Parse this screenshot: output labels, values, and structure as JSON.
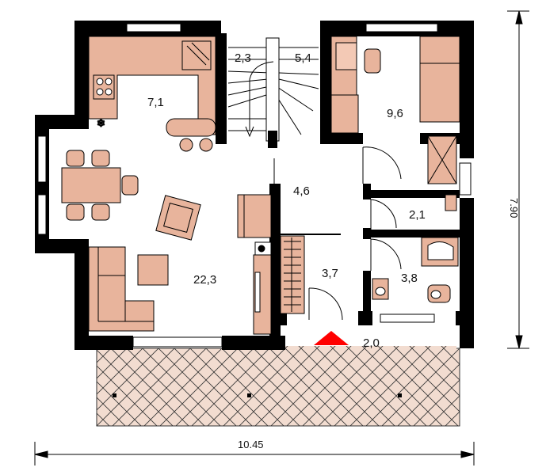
{
  "rooms": {
    "kitchen": "7,1",
    "stair_a": "2,3",
    "stair_b": "5,4",
    "bedroom": "9,6",
    "hall": "4,6",
    "storage": "2,1",
    "living": "22,3",
    "vestibule": "3,7",
    "bathroom": "3,8",
    "terrace": "2,0"
  },
  "dimensions": {
    "width": "10.45",
    "height": "7.90"
  },
  "colors": {
    "wall": "#000000",
    "furniture": "#e8b49c",
    "paving": "#f2dcd0",
    "entrance_marker": "#ff0000"
  }
}
